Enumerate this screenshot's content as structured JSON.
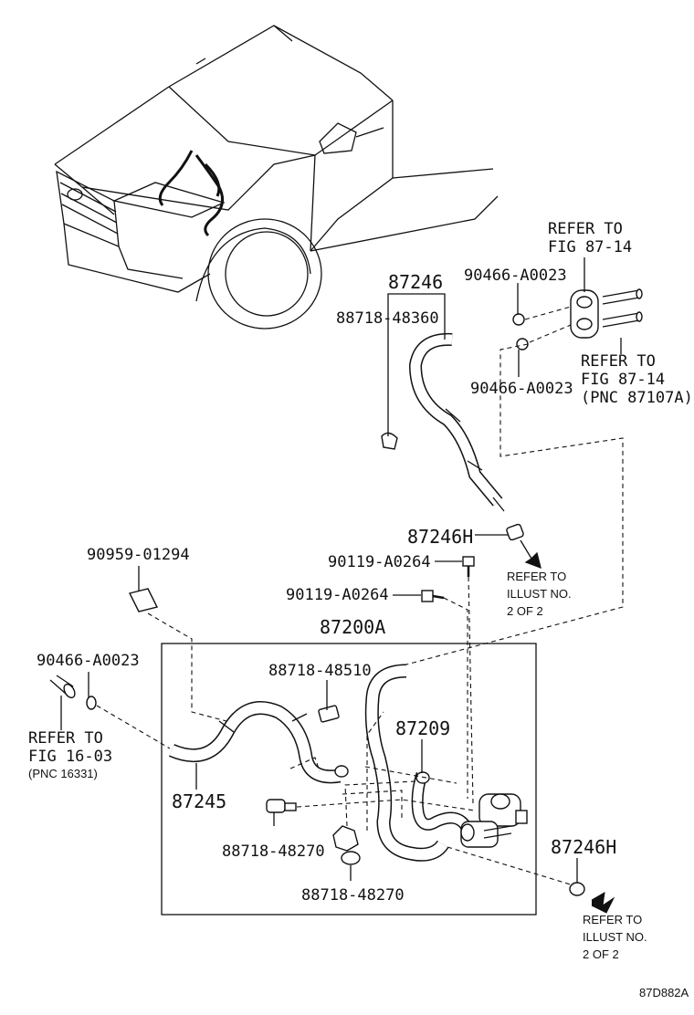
{
  "labels": {
    "p_87246": "87246",
    "p_88718_48360": "88718-48360",
    "p_90466_a0023_top": "90466-A0023",
    "p_90466_a0023_mid": "90466-A0023",
    "p_90466_a0023_left": "90466-A0023",
    "p_87246h_upper": "87246H",
    "p_87246h_lower": "87246H",
    "p_90959_01294": "90959-01294",
    "p_90119_a0264_a": "90119-A0264",
    "p_90119_a0264_b": "90119-A0264",
    "p_87200a": "87200A",
    "p_88718_48510": "88718-48510",
    "p_87209": "87209",
    "p_87245": "87245",
    "p_88718_48270_a": "88718-48270",
    "p_88718_48270_b": "88718-48270"
  },
  "refs": {
    "fig_87_14_top": [
      "REFER TO",
      "FIG 87-14"
    ],
    "fig_87_14_pnc": [
      "REFER TO",
      "FIG 87-14",
      "(PNC 87107A)"
    ],
    "fig_16_03": [
      "REFER TO",
      "FIG 16-03",
      "(PNC 16331)"
    ],
    "illust_upper": [
      "REFER TO",
      "ILLUST NO.",
      "2 OF 2"
    ],
    "illust_lower": [
      "REFER TO",
      "ILLUST NO.",
      "2 OF 2"
    ]
  },
  "figure_id": "87D882A"
}
